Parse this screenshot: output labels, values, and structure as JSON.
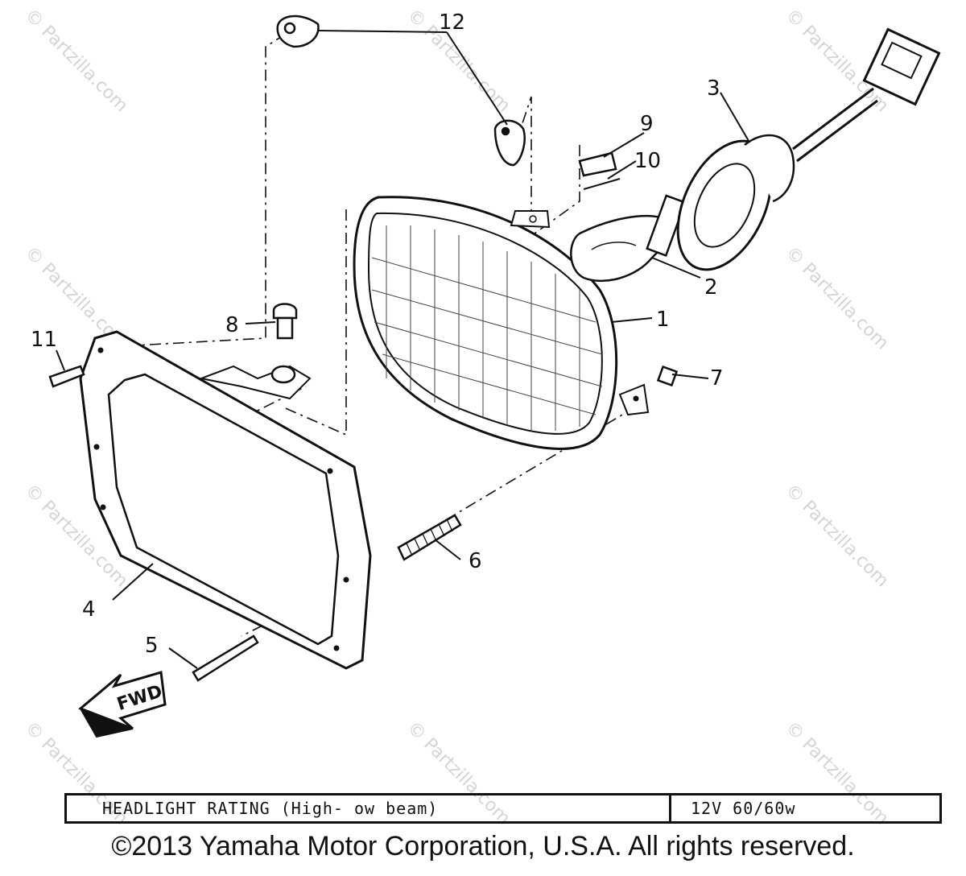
{
  "callouts": [
    {
      "id": "1",
      "text": "1"
    },
    {
      "id": "2",
      "text": "2"
    },
    {
      "id": "3",
      "text": "3"
    },
    {
      "id": "4",
      "text": "4"
    },
    {
      "id": "5",
      "text": "5"
    },
    {
      "id": "6",
      "text": "6"
    },
    {
      "id": "7",
      "text": "7"
    },
    {
      "id": "8",
      "text": "8"
    },
    {
      "id": "9",
      "text": "9"
    },
    {
      "id": "10",
      "text": "10"
    },
    {
      "id": "11",
      "text": "11"
    },
    {
      "id": "12",
      "text": "12"
    }
  ],
  "fwd_label": "FWD",
  "watermark": "© Partzilla.com",
  "rating": {
    "label": "HEADLIGHT RATING (High- ow beam)",
    "value": "12V 60/60w"
  },
  "copyright": "©2013 Yamaha Motor Corporation, U.S.A. All rights reserved.",
  "colors": {
    "ink": "#111111",
    "watermark": "#d4d4d4",
    "background": "#ffffff"
  }
}
